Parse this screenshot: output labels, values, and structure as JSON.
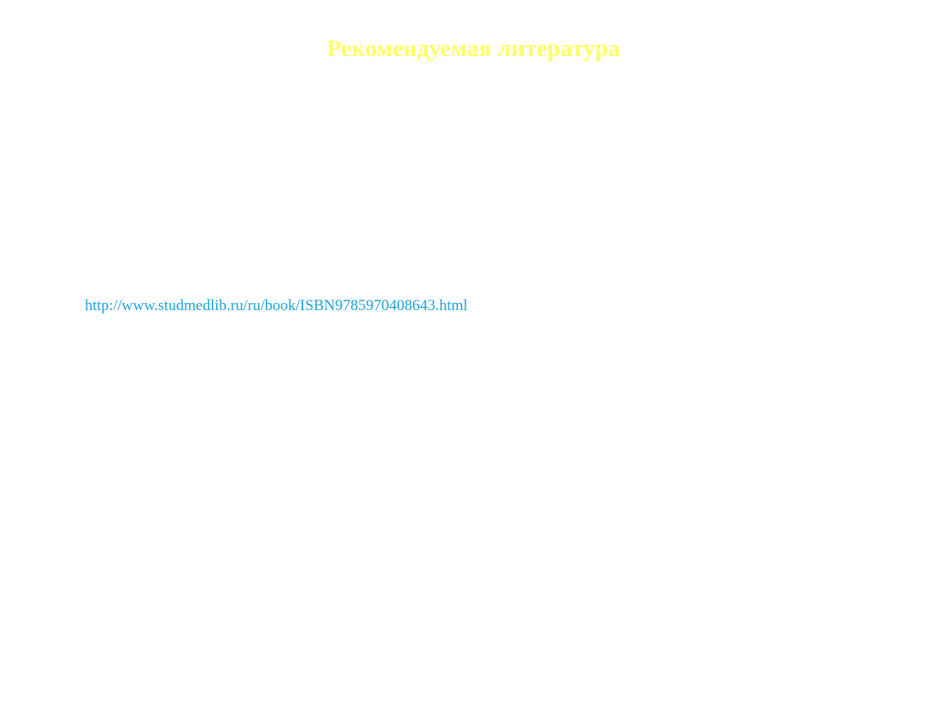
{
  "slide": {
    "title": "Рекомендуемая литература",
    "link": {
      "text": "http://www.studmedlib.ru/ru/book/ISBN9785970408643.html",
      "href": "http://www.studmedlib.ru/ru/book/ISBN9785970408643.html"
    }
  },
  "colors": {
    "background": "#ffffff",
    "title": "#ffff66",
    "link": "#1aa3d9"
  }
}
